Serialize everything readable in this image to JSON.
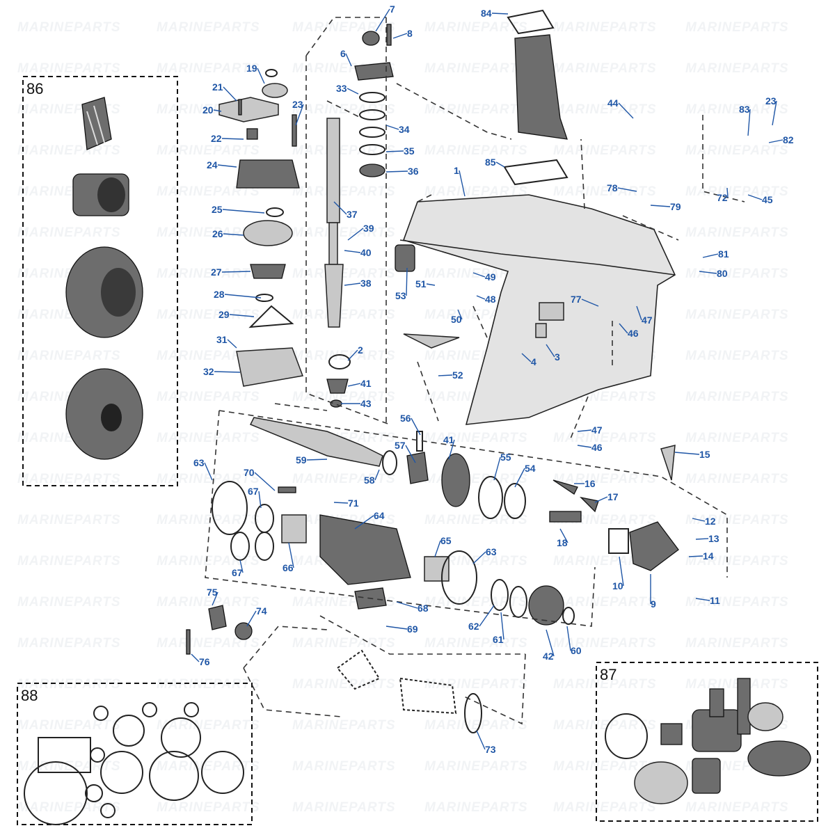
{
  "watermark": "MARINEPARTS",
  "colors": {
    "callout": "#1f56a6",
    "line": "#222222",
    "part_fill": "#c8c8c8",
    "part_dark": "#6d6d6d"
  },
  "kits": {
    "gears": "86",
    "water_pump": "87",
    "seal_kit": "88"
  },
  "callouts": [
    "1",
    "2",
    "3",
    "4",
    "6",
    "7",
    "8",
    "9",
    "10",
    "11",
    "12",
    "13",
    "14",
    "15",
    "16",
    "17",
    "18",
    "19",
    "20",
    "21",
    "22",
    "23",
    "23",
    "24",
    "25",
    "26",
    "27",
    "28",
    "29",
    "31",
    "32",
    "33",
    "34",
    "35",
    "36",
    "37",
    "38",
    "39",
    "40",
    "41",
    "41",
    "42",
    "43",
    "44",
    "45",
    "46",
    "46",
    "47",
    "47",
    "48",
    "49",
    "50",
    "51",
    "52",
    "53",
    "54",
    "55",
    "56",
    "57",
    "58",
    "59",
    "60",
    "61",
    "62",
    "63",
    "63",
    "64",
    "65",
    "66",
    "67",
    "67",
    "68",
    "69",
    "70",
    "71",
    "72",
    "73",
    "74",
    "75",
    "76",
    "77",
    "78",
    "79",
    "80",
    "81",
    "82",
    "83",
    "84",
    "85"
  ]
}
